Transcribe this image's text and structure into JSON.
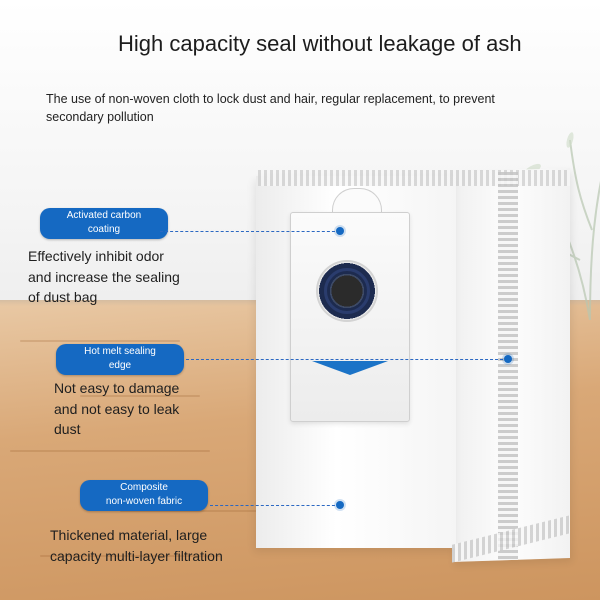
{
  "headline": "High capacity seal without leakage of ash",
  "description": "The use of non-woven cloth to lock dust and hair, regular replacement, to prevent secondary pollution",
  "accent_color": "#1569c2",
  "features": [
    {
      "label": "Activated carbon\ncoating",
      "text": "Effectively inhibit odor\nand increase the sealing\nof dust bag"
    },
    {
      "label": "Hot melt sealing\nedge",
      "text": "Not easy to damage\nand not easy to leak\ndust"
    },
    {
      "label": "Composite\nnon-woven fabric",
      "text": "Thickened material, large\ncapacity multi-layer filtration"
    }
  ]
}
